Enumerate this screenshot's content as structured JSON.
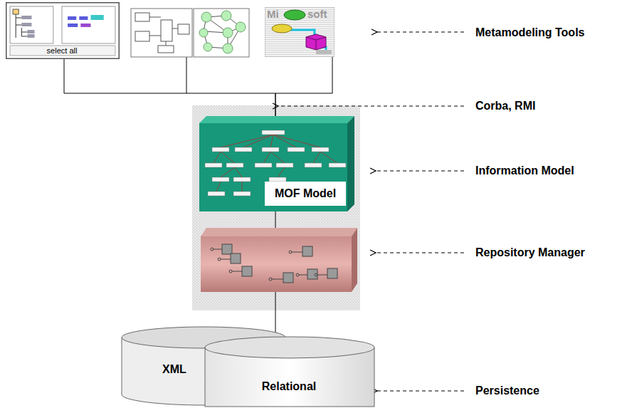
{
  "diagram": {
    "nodes": [
      {
        "text": [
          "select all"
        ]
      },
      {
        "text": [
          "Mi",
          "soft"
        ]
      },
      {
        "text": [
          "MOF Model"
        ]
      },
      {
        "text": [
          "XML"
        ]
      },
      {
        "text": [
          "Relational"
        ]
      }
    ],
    "edges": [
      {
        "from": 0,
        "to": 2,
        "arrow": "none"
      },
      {
        "from": 1,
        "to": 2,
        "arrow": "none"
      },
      {
        "from": 2,
        "to": 4,
        "arrow": "none"
      }
    ],
    "labels": [
      "Metamodeling Tools",
      "Corba, RMI",
      "Information Model",
      "Repository Manager",
      "Persistence"
    ]
  }
}
